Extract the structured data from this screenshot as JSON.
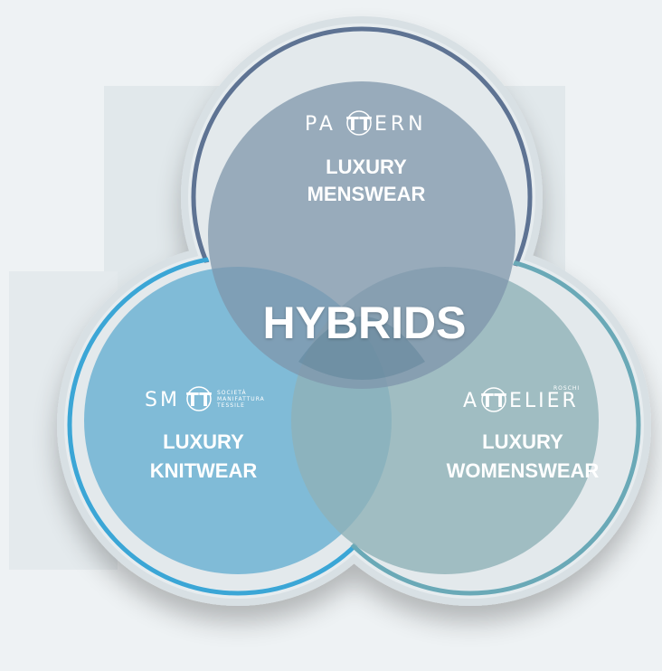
{
  "center_label": "HYBRIDS",
  "circles": [
    {
      "id": "menswear",
      "logo": {
        "pre": "PA",
        "mark": "TT",
        "post": "ERN"
      },
      "line1": "LUXURY",
      "line2": "MENSWEAR"
    },
    {
      "id": "knitwear",
      "logo": {
        "pre": "SM",
        "mark": "TT",
        "post": "",
        "tagline": [
          "SOCIETÀ",
          "MANIFATTURA",
          "TESSILE"
        ]
      },
      "line1": "LUXURY",
      "line2": "KNITWEAR"
    },
    {
      "id": "womenswear",
      "logo": {
        "pre": "A",
        "mark": "TT",
        "post": "ELIER",
        "superscript": "ROSCHI"
      },
      "line1": "LUXURY",
      "line2": "WOMENSWEAR"
    }
  ],
  "colors": {
    "background": "#eef2f4",
    "menswear_fill": "#8fa6b9",
    "knitwear_fill": "#6fb3d3",
    "womenswear_fill": "#8fb1b8",
    "menswear_ring": "#5e7393",
    "knitwear_ring": "#3ba6d6",
    "womenswear_ring": "#6aa9b7"
  }
}
